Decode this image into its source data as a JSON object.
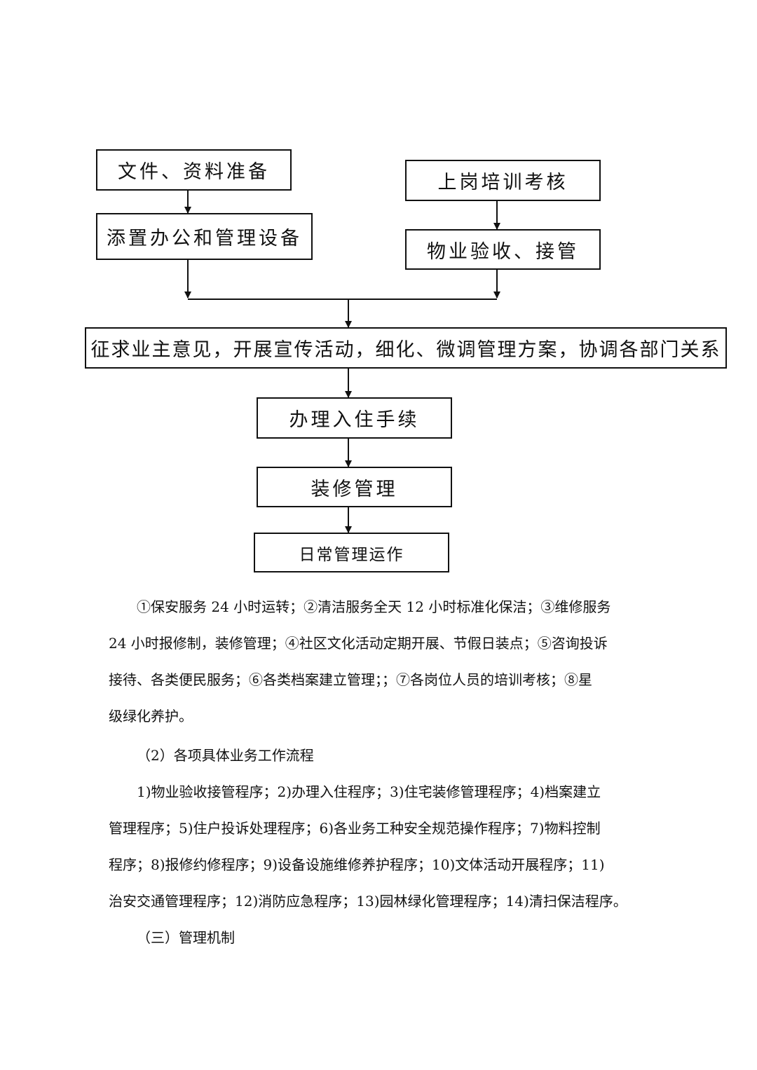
{
  "flowchart": {
    "nodes": {
      "docs_prep": "文件、资料准备",
      "office_equipment": "添置办公和管理设备",
      "training_assessment": "上岗培训考核",
      "property_acceptance": "物业验收、接管",
      "owner_opinions": "征求业主意见，开展宣传活动，细化、微调管理方案，协调各部门关系",
      "move_in": "办理入住手续",
      "decoration": "装修管理",
      "daily_ops": "日常管理运作"
    }
  },
  "paragraph_services": {
    "lines": [
      "①保安服务 24 小时运转；②清洁服务全天 12 小时标准化保洁；③维修服务",
      "24 小时报修制，装修管理；④社区文化活动定期开展、节假日装点；⑤咨询投诉",
      "接待、各类便民服务；⑥各类档案建立管理；；⑦各岗位人员的培训考核；⑧星",
      "级绿化养护。"
    ]
  },
  "section_2_heading": "（2）各项具体业务工作流程",
  "paragraph_procedures": {
    "lines": [
      "1)物业验收接管程序；2)办理入住程序；3)住宅装修管理程序；4)档案建立",
      "管理程序；5)住户投诉处理程序；6)各业务工种安全规范操作程序；7)物料控制",
      "程序；8)报修约修程序；9)设备设施维修养护程序；10)文体活动开展程序；11)",
      "治安交通管理程序；12)消防应急程序；13)园林绿化管理程序；14)清扫保洁程序。"
    ]
  },
  "section_3_heading": "（三）管理机制"
}
